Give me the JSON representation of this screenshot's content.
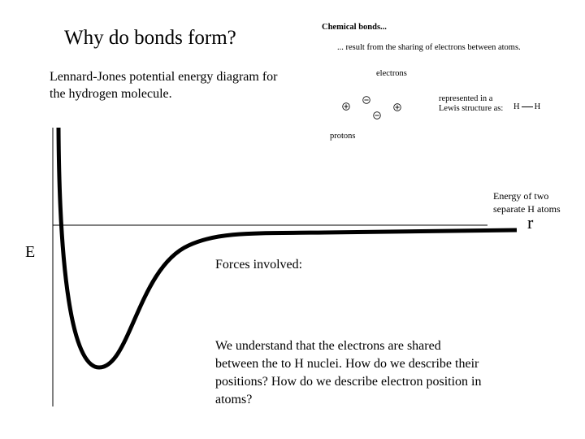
{
  "slide": {
    "title": "Why do bonds form?",
    "subtitle": "Lennard-Jones potential energy diagram for the hydrogen molecule.",
    "forces_label": "Forces involved:",
    "question_text": "We understand that the electrons are shared between the to H nuclei.  How do we describe their positions?  How do we describe electron position in atoms?"
  },
  "bonds_panel": {
    "heading": "Chemical bonds...",
    "description": "... result from the sharing of electrons between atoms.",
    "electrons_label": "electrons",
    "protons_label": "protons",
    "represented_label": "represented in a Lewis structure as:",
    "lewis_left_atom": "H",
    "lewis_right_atom": "H",
    "charge_symbols": {
      "proton": "plus-circle-icon",
      "electron": "minus-circle-icon"
    }
  },
  "diagram": {
    "x_axis_label": "r",
    "y_axis_label": "E",
    "asymptote_label": "Energy of two separate H atoms",
    "curve_color": "#000000"
  }
}
